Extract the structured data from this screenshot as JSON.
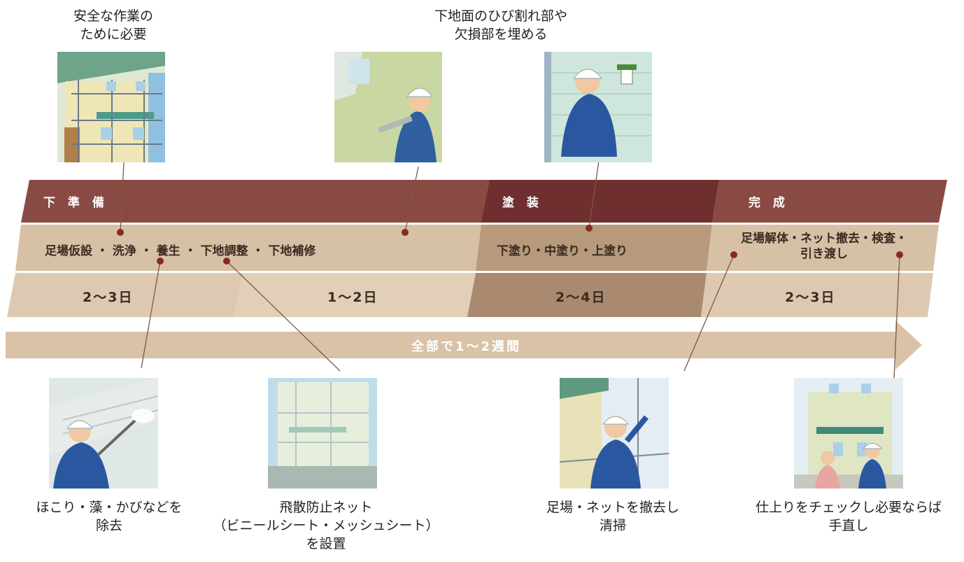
{
  "phases": [
    {
      "header": "下 準 備",
      "duration_a": "2〜3日",
      "duration_b": "1〜2日"
    },
    {
      "header": "塗 装",
      "duration": "2〜4日"
    },
    {
      "header": "完 成",
      "duration": "2〜3日"
    }
  ],
  "tasks": {
    "prep": "足場仮設 ・ 洗浄 ・ 養生 ・ 下地調整 ・ 下地補修",
    "painting": "下塗り・中塗り・上塗り",
    "completion_line1": "足場解体・ネット撤去・検査・",
    "completion_line2": "引き渡し"
  },
  "total_arrow": "全部で1〜2週間",
  "captions": {
    "scaffold": [
      "安全な作業の",
      "ために必要"
    ],
    "repair": [
      "下地面のひび割れ部や",
      "欠損部を埋める"
    ],
    "wash": [
      "ほこり・藻・かびなどを",
      "除去"
    ],
    "net": [
      "飛散防止ネット",
      "（ビニールシート・メッシュシート）",
      "を設置"
    ],
    "remove": [
      "足場・ネットを撤去し",
      "清掃"
    ],
    "inspect": [
      "仕上りをチェックし必要ならば",
      "手直し"
    ]
  },
  "colors": {
    "header_band": "#8a4a44",
    "header_band_paint": "#6e2f2e",
    "task_band": "#d7c1a6",
    "task_band_paint": "#b79a7c",
    "duration_band": "#ddc9b1",
    "duration_band_paint": "#a98a70",
    "arrow": "#cdb397",
    "leader_dot": "#8a2a1e"
  }
}
